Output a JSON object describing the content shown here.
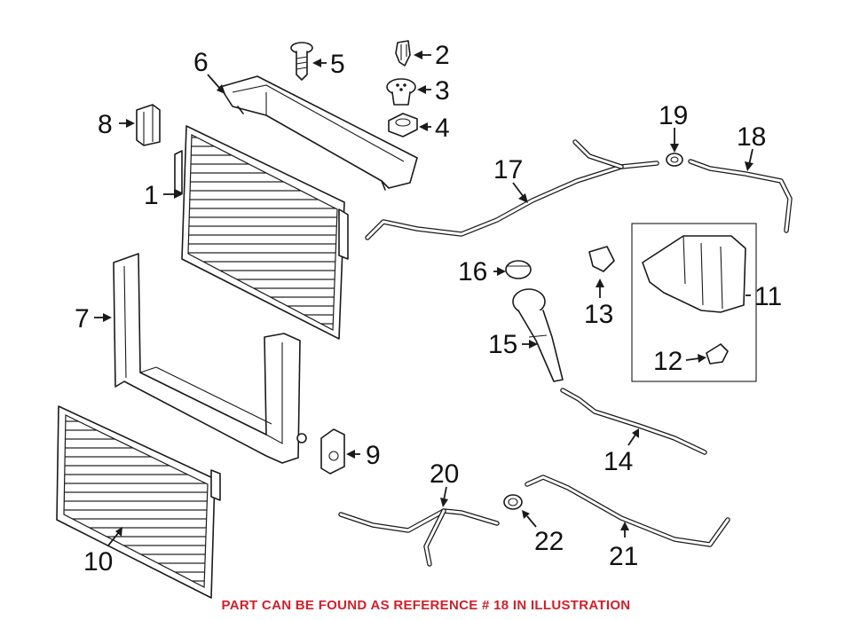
{
  "callouts": {
    "c1": "1",
    "c2": "2",
    "c3": "3",
    "c4": "4",
    "c5": "5",
    "c6": "6",
    "c7": "7",
    "c8": "8",
    "c9": "9",
    "c10": "10",
    "c11": "11",
    "c12": "12",
    "c13": "13",
    "c14": "14",
    "c15": "15",
    "c16": "16",
    "c17": "17",
    "c18": "18",
    "c19": "19",
    "c20": "20",
    "c21": "21",
    "c22": "22"
  },
  "caption": "PART CAN BE FOUND AS REFERENCE # 18 IN ILLUSTRATION",
  "colors": {
    "caption": "#d0202a",
    "line": "#1a1a1a"
  }
}
